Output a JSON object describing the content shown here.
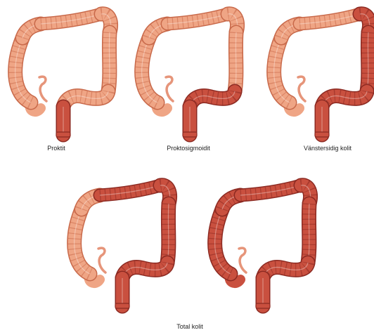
{
  "colors": {
    "healthy_fill": "#EFA585",
    "healthy_stroke": "#C8694A",
    "inflamed_fill": "#C9503F",
    "inflamed_stroke": "#8C2A22",
    "appendix": "#E6957A"
  },
  "diagrams": [
    {
      "id": "proktit",
      "label": "Proktit",
      "extent": "rectum"
    },
    {
      "id": "proktosigmoidit",
      "label": "Proktosigmoidit",
      "extent": "rectosigmoid"
    },
    {
      "id": "vanstersidig",
      "label": "Vänstersidig kolit",
      "extent": "left-sided"
    },
    {
      "id": "total-partial",
      "label": "",
      "extent": "extensive"
    },
    {
      "id": "total-full",
      "label": "",
      "extent": "total"
    }
  ],
  "total_caption": "Total kolit"
}
